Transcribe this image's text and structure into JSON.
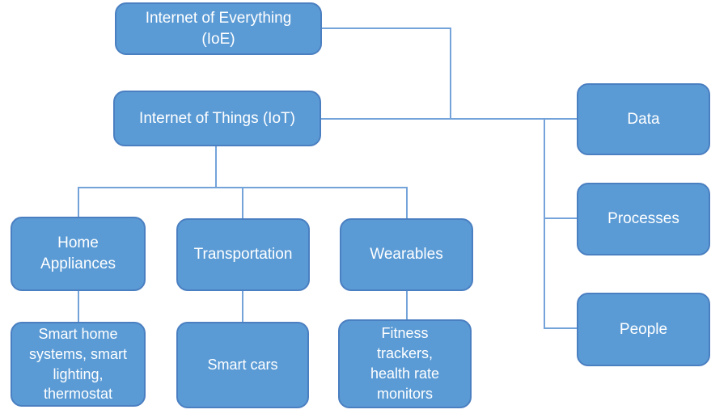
{
  "diagram": {
    "type": "hierarchy-flowchart",
    "topic": "Internet of Everything (IoE) breakdown",
    "colors": {
      "node_fill": "#5b9bd5",
      "node_border": "#4a7fc1",
      "connector": "#74a3da",
      "text": "#ffffff",
      "background": "#ffffff"
    },
    "nodes": {
      "ioe": {
        "label": "Internet of Everything\n(IoE)"
      },
      "iot": {
        "label": "Internet of Things (IoT)"
      },
      "data": {
        "label": "Data"
      },
      "processes": {
        "label": "Processes"
      },
      "people": {
        "label": "People"
      },
      "home_appliances": {
        "label": "Home\nAppliances"
      },
      "transportation": {
        "label": "Transportation"
      },
      "wearables": {
        "label": "Wearables"
      },
      "smart_home": {
        "label": "Smart home\nsystems, smart\nlighting,\nthermostat"
      },
      "smart_cars": {
        "label": "Smart cars"
      },
      "fitness": {
        "label": "Fitness\ntrackers,\nhealth rate\nmonitors"
      }
    },
    "edges": [
      [
        "ioe",
        "right-trunk"
      ],
      [
        "iot",
        "right-trunk"
      ],
      [
        "right-trunk",
        "data"
      ],
      [
        "right-trunk",
        "processes"
      ],
      [
        "right-trunk",
        "people"
      ],
      [
        "iot",
        "home_appliances"
      ],
      [
        "iot",
        "transportation"
      ],
      [
        "iot",
        "wearables"
      ],
      [
        "home_appliances",
        "smart_home"
      ],
      [
        "transportation",
        "smart_cars"
      ],
      [
        "wearables",
        "fitness"
      ]
    ]
  }
}
